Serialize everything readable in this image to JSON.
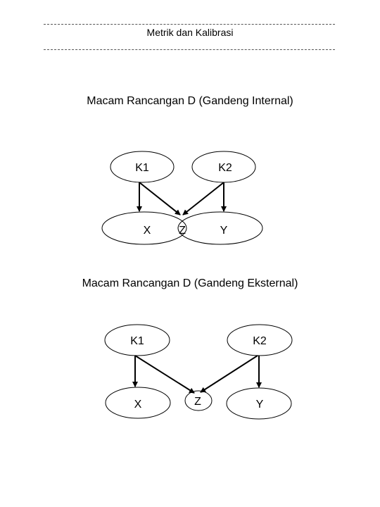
{
  "header": {
    "title": "Metrik dan Kalibrasi"
  },
  "diagram_internal": {
    "title": "Macam Rancangan D (Gandeng Internal)",
    "nodes": {
      "k1": "K1",
      "k2": "K2",
      "x": "X",
      "z": "Z",
      "y": "Y"
    }
  },
  "diagram_external": {
    "title": "Macam Rancangan D (Gandeng Eksternal)",
    "nodes": {
      "k1": "K1",
      "k2": "K2",
      "x": "X",
      "z": "Z",
      "y": "Y"
    }
  }
}
